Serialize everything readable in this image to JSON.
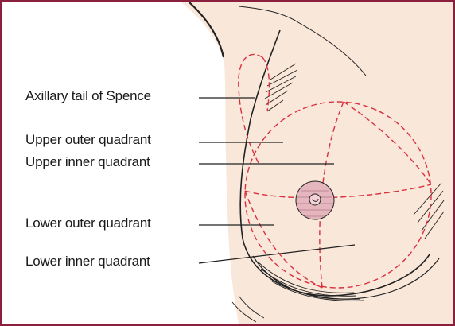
{
  "colors": {
    "frame": "#8a1f3e",
    "skin": "#f9e7da",
    "outline": "#222222",
    "quadrant_line": "#d9303d",
    "areola": "#e6b6bf",
    "leader": "#222222"
  },
  "labels": {
    "axillary_tail": "Axillary tail of Spence",
    "upper_outer": "Upper outer quadrant",
    "upper_inner": "Upper inner quadrant",
    "lower_outer": "Lower outer quadrant",
    "lower_inner": "Lower inner quadrant"
  }
}
